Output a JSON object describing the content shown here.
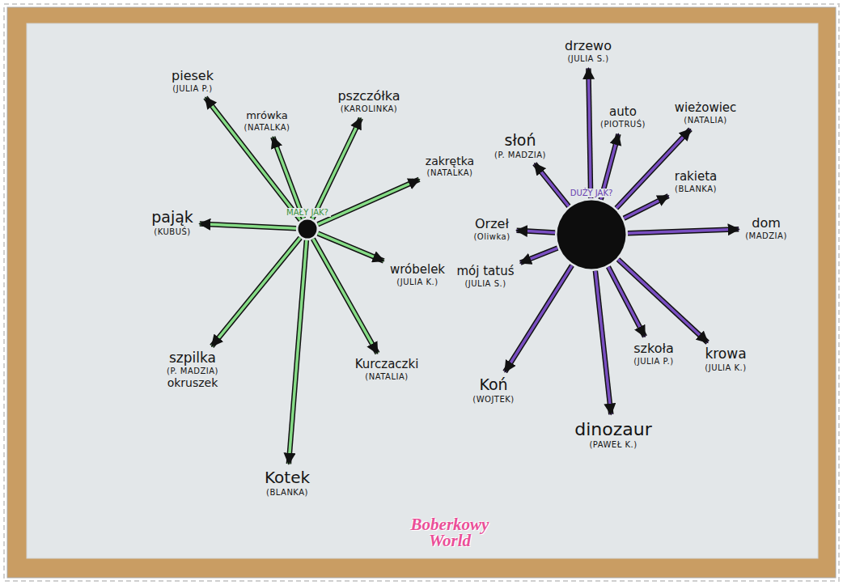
{
  "diagram": {
    "nodes": [
      {
        "text": [
          "MAŁY JAK?"
        ]
      },
      {
        "text": [
          "piesek",
          "(JULIA P.)"
        ]
      },
      {
        "text": [
          "mrówka",
          "(NATALKA)"
        ]
      },
      {
        "text": [
          "pszczółka",
          "(KAROLINKA)"
        ]
      },
      {
        "text": [
          "zakrętka",
          "(NATALKA)"
        ]
      },
      {
        "text": [
          "pająk",
          "(KUBUŚ)"
        ]
      },
      {
        "text": [
          "wróbelek",
          "(JULIA K.)"
        ]
      },
      {
        "text": [
          "szpilka",
          "(P. MADZIA)",
          "okruszek"
        ]
      },
      {
        "text": [
          "Kurczaczki",
          "(NATALIA)"
        ]
      },
      {
        "text": [
          "Kotek",
          "(BLANKA)"
        ]
      },
      {
        "text": [
          "DUŻY JAK?"
        ]
      },
      {
        "text": [
          "drzewo",
          "(JULIA S.)"
        ]
      },
      {
        "text": [
          "auto",
          "(PIOTRUŚ)"
        ]
      },
      {
        "text": [
          "wieżowiec",
          "(NATALIA)"
        ]
      },
      {
        "text": [
          "słoń",
          "(P. MADZIA)"
        ]
      },
      {
        "text": [
          "rakieta",
          "(BLANKA)"
        ]
      },
      {
        "text": [
          "dom",
          "(MADZIA)"
        ]
      },
      {
        "text": [
          "Orzeł",
          "(Oliwka)"
        ]
      },
      {
        "text": [
          "mój tatuś",
          "(JULIA S.)"
        ]
      },
      {
        "text": [
          "Koń",
          "(WOJTEK)"
        ]
      },
      {
        "text": [
          "dinozaur",
          "(PAWEŁ K.)"
        ]
      },
      {
        "text": [
          "szkoła",
          "(JULIA P.)"
        ]
      },
      {
        "text": [
          "krowa",
          "(JULIA K.)"
        ]
      }
    ],
    "edges": [
      {
        "from": 0,
        "to": 1,
        "arrow": "to"
      },
      {
        "from": 0,
        "to": 2,
        "arrow": "to"
      },
      {
        "from": 0,
        "to": 3,
        "arrow": "to"
      },
      {
        "from": 0,
        "to": 4,
        "arrow": "to"
      },
      {
        "from": 0,
        "to": 5,
        "arrow": "to"
      },
      {
        "from": 0,
        "to": 6,
        "arrow": "to"
      },
      {
        "from": 0,
        "to": 7,
        "arrow": "to"
      },
      {
        "from": 0,
        "to": 8,
        "arrow": "to"
      },
      {
        "from": 0,
        "to": 9,
        "arrow": "to"
      },
      {
        "from": 10,
        "to": 11,
        "arrow": "to"
      },
      {
        "from": 10,
        "to": 12,
        "arrow": "to"
      },
      {
        "from": 10,
        "to": 13,
        "arrow": "to"
      },
      {
        "from": 10,
        "to": 14,
        "arrow": "to"
      },
      {
        "from": 10,
        "to": 15,
        "arrow": "to"
      },
      {
        "from": 10,
        "to": 16,
        "arrow": "to"
      },
      {
        "from": 10,
        "to": 17,
        "arrow": "to"
      },
      {
        "from": 10,
        "to": 18,
        "arrow": "to"
      },
      {
        "from": 10,
        "to": 19,
        "arrow": "to"
      },
      {
        "from": 10,
        "to": 20,
        "arrow": "to"
      },
      {
        "from": 10,
        "to": 21,
        "arrow": "to"
      },
      {
        "from": 10,
        "to": 22,
        "arrow": "to"
      }
    ],
    "labels": [
      "Boberkowy World"
    ]
  }
}
